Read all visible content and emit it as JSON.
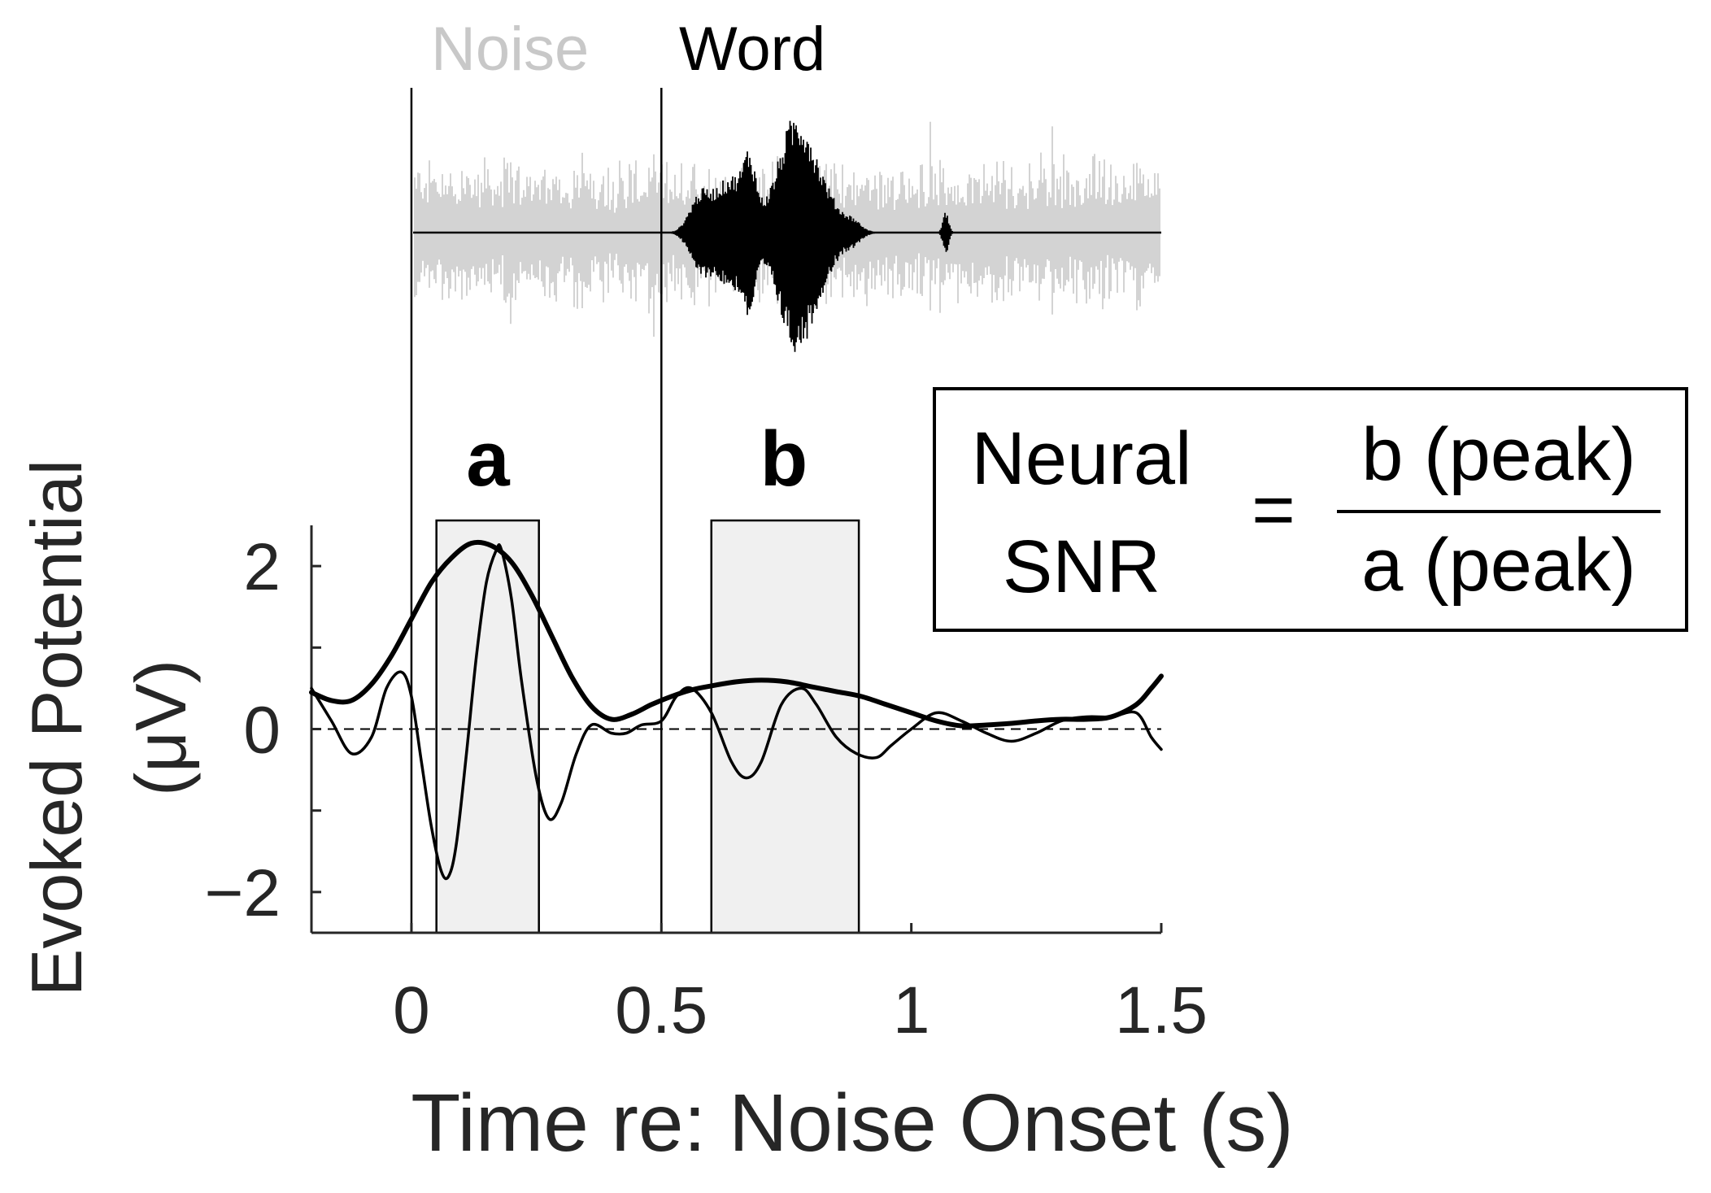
{
  "labels": {
    "noise": "Noise",
    "word": "Word",
    "window_a": "a",
    "window_b": "b"
  },
  "formula": {
    "lhs_line1": "Neural",
    "lhs_line2": "SNR",
    "equals": "=",
    "numerator": "b (peak)",
    "denominator": "a (peak)"
  },
  "colors": {
    "noise_waveform": "#c8c8c8",
    "word_waveform": "#000000",
    "window_fill": "#f0f0f0",
    "axis": "#262626"
  },
  "chart_data": {
    "type": "line",
    "xlabel": "Time re: Noise Onset (s)",
    "ylabel_line1": "Evoked Potential",
    "ylabel_line2": "(μV)",
    "xlim": [
      -0.2,
      1.5
    ],
    "ylim": [
      -2.5,
      2.5
    ],
    "xticks": [
      0,
      0.5,
      1,
      1.5
    ],
    "xtick_labels": [
      "0",
      "0.5",
      "1",
      "1.5"
    ],
    "yticks": [
      -2,
      0,
      2
    ],
    "ytick_labels": [
      "−2",
      "0",
      "2"
    ],
    "zero_line": "dashed",
    "event_lines_x": [
      0,
      0.5
    ],
    "windows": [
      {
        "label": "a",
        "x0": 0.05,
        "x1": 0.255
      },
      {
        "label": "b",
        "x0": 0.6,
        "x1": 0.895
      }
    ],
    "series": [
      {
        "style": "thin",
        "x": [
          -0.2,
          -0.16,
          -0.12,
          -0.08,
          -0.05,
          -0.02,
          0.0,
          0.02,
          0.04,
          0.06,
          0.075,
          0.09,
          0.11,
          0.13,
          0.15,
          0.17,
          0.18,
          0.2,
          0.22,
          0.25,
          0.275,
          0.3,
          0.33,
          0.36,
          0.4,
          0.43,
          0.46,
          0.5,
          0.53,
          0.56,
          0.6,
          0.64,
          0.67,
          0.7,
          0.74,
          0.78,
          0.81,
          0.85,
          0.89,
          0.93,
          0.96,
          1.0,
          1.05,
          1.1,
          1.15,
          1.2,
          1.25,
          1.3,
          1.35,
          1.4,
          1.45,
          1.48,
          1.5
        ],
        "y": [
          0.5,
          0.1,
          -0.3,
          -0.1,
          0.5,
          0.7,
          0.4,
          -0.4,
          -1.2,
          -1.75,
          -1.8,
          -1.4,
          -0.3,
          0.9,
          1.8,
          2.2,
          2.2,
          1.6,
          0.6,
          -0.6,
          -1.1,
          -0.9,
          -0.3,
          0.05,
          -0.05,
          -0.05,
          0.05,
          0.1,
          0.4,
          0.5,
          0.2,
          -0.4,
          -0.6,
          -0.4,
          0.3,
          0.5,
          0.3,
          -0.1,
          -0.3,
          -0.35,
          -0.2,
          0.0,
          0.2,
          0.1,
          -0.05,
          -0.15,
          -0.05,
          0.1,
          0.15,
          0.15,
          0.2,
          -0.1,
          -0.25
        ]
      },
      {
        "style": "thick",
        "x": [
          -0.2,
          -0.16,
          -0.12,
          -0.08,
          -0.04,
          0.0,
          0.04,
          0.08,
          0.12,
          0.16,
          0.2,
          0.24,
          0.28,
          0.32,
          0.36,
          0.4,
          0.44,
          0.48,
          0.52,
          0.56,
          0.6,
          0.65,
          0.7,
          0.75,
          0.8,
          0.85,
          0.9,
          0.95,
          1.0,
          1.05,
          1.1,
          1.15,
          1.2,
          1.25,
          1.3,
          1.35,
          1.4,
          1.45,
          1.48,
          1.5
        ],
        "y": [
          0.45,
          0.35,
          0.35,
          0.55,
          0.9,
          1.35,
          1.8,
          2.1,
          2.28,
          2.25,
          2.05,
          1.65,
          1.15,
          0.65,
          0.28,
          0.12,
          0.18,
          0.3,
          0.4,
          0.48,
          0.53,
          0.58,
          0.6,
          0.58,
          0.52,
          0.46,
          0.4,
          0.3,
          0.2,
          0.1,
          0.04,
          0.05,
          0.07,
          0.1,
          0.12,
          0.12,
          0.15,
          0.3,
          0.5,
          0.65
        ]
      }
    ]
  }
}
